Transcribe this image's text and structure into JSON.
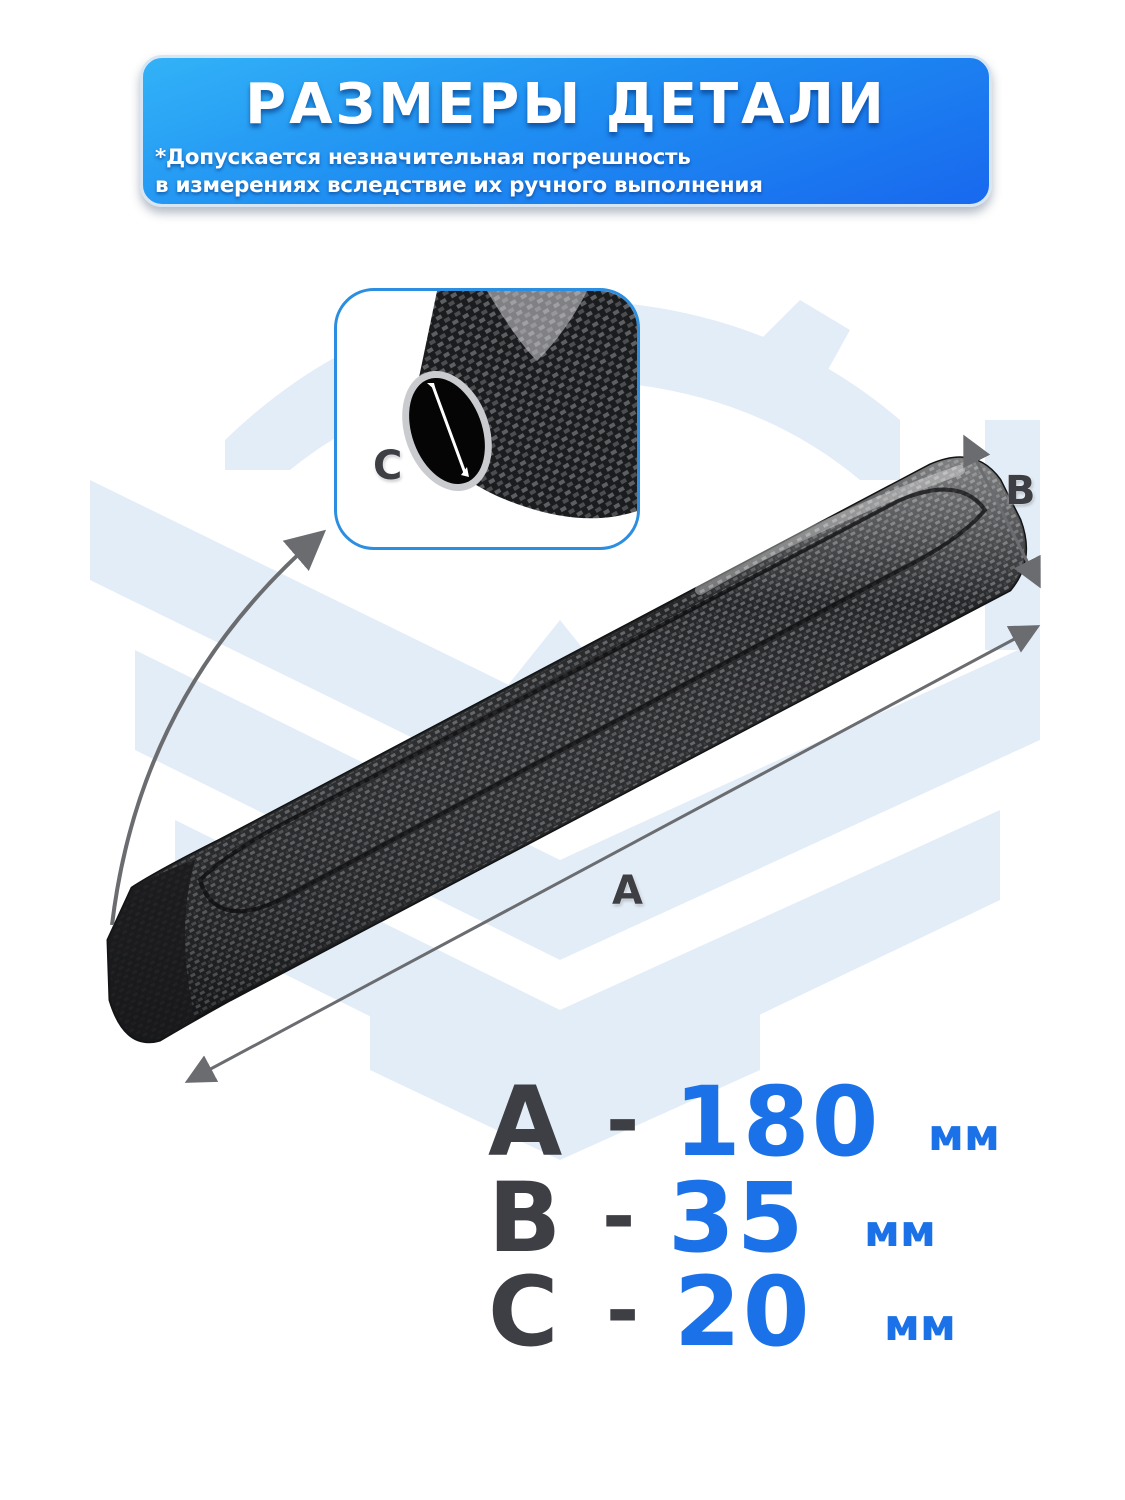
{
  "banner": {
    "title": "РАЗМЕРЫ ДЕТАЛИ",
    "note_line1": "*Допускается незначительная погрешность",
    "note_line2": "в измерениях вследствие их ручного выполнения"
  },
  "diagram": {
    "label_a": "A",
    "label_b": "B",
    "label_c": "C"
  },
  "specs": [
    {
      "letter": "A",
      "dash": "-",
      "value": "180",
      "unit": "мм"
    },
    {
      "letter": "B",
      "dash": "-",
      "value": "35",
      "unit": "мм"
    },
    {
      "letter": "C",
      "dash": "-",
      "value": "20",
      "unit": "мм"
    }
  ],
  "colors": {
    "banner_light": "#32b2f7",
    "banner_dark": "#1868ee",
    "value_blue": "#1b72e8",
    "letter_dark": "#3d3f44",
    "watermark": "#e3edf8",
    "inset_border": "#2b8ee0"
  }
}
